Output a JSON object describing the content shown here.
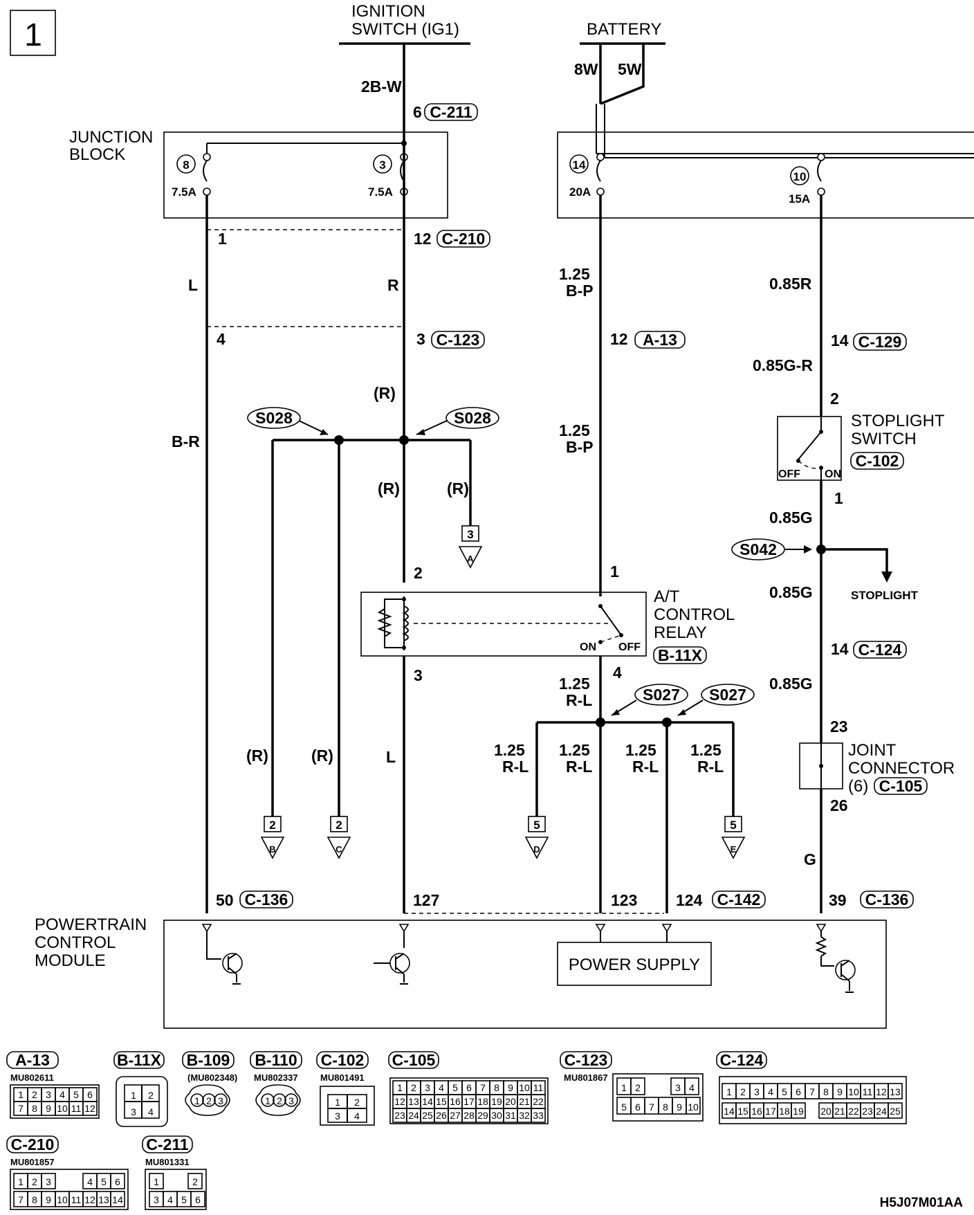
{
  "page_number": "1",
  "figure_code": "H5J07M01AA",
  "sources": {
    "ignition_line1": "IGNITION",
    "ignition_line2": "SWITCH (IG1)",
    "battery": "BATTERY",
    "battery_wire_a": "8W",
    "battery_wire_b": "5W"
  },
  "ignition_wire": "2B-W",
  "ignition_pin": "6",
  "ignition_conn": "C-211",
  "junction_block": {
    "line1": "JUNCTION",
    "line2": "BLOCK",
    "fuse_a_no": "8",
    "fuse_a_amp": "7.5A",
    "fuse_b_no": "3",
    "fuse_b_amp": "7.5A",
    "fuse_c_no": "14",
    "fuse_c_amp": "20A",
    "fuse_d_no": "10",
    "fuse_d_amp": "15A"
  },
  "col1": {
    "pin_top": "1",
    "wire1": "L",
    "pin_mid": "4",
    "wire2": "B-R",
    "pin_bottom": "50",
    "conn_bottom": "C-136"
  },
  "col2": {
    "pin_top": "12",
    "conn_top": "C-210",
    "wire1": "R",
    "pin_mid": "3",
    "conn_mid": "C-123",
    "wire_r_above": "(R)",
    "wire_r_below": "(R)",
    "pin_relay_in": "2",
    "pin_relay_out": "3",
    "wire_l": "L",
    "pin_bottom": "127"
  },
  "col3": {
    "wire1": "1.25",
    "wire1b": "B-P",
    "pin": "12",
    "conn": "A-13",
    "wire2": "1.25",
    "wire2b": "B-P",
    "pin_relay_in": "1",
    "pin_relay_out": "4",
    "wire3": "1.25",
    "wire3b": "R-L",
    "pin_bottom_a": "123",
    "pin_bottom_b": "124",
    "conn_bottom": "C-142"
  },
  "col4": {
    "wire1": "0.85R",
    "pin1": "14",
    "conn1": "C-129",
    "wire2": "0.85G-R",
    "pin_sw_in": "2",
    "pin_sw_out": "1",
    "wire3": "0.85G",
    "stoplight_label": "STOPLIGHT",
    "wire4": "0.85G",
    "pin2": "14",
    "conn2": "C-124",
    "wire5": "0.85G",
    "pin_jc_in": "23",
    "pin_jc_out": "26",
    "wire6": "G",
    "pin_bottom": "39",
    "conn_bottom": "C-136"
  },
  "splices": {
    "s028_a": "S028",
    "s028_b": "S028",
    "s027_a": "S027",
    "s027_b": "S027",
    "s042": "S042"
  },
  "s028_branches": {
    "r1": "(R)",
    "r2": "(R)",
    "r3": "(R)"
  },
  "s027_branches": {
    "w1": "1.25",
    "w1b": "R-L",
    "w2": "1.25",
    "w2b": "R-L",
    "w3": "1.25",
    "w3b": "R-L",
    "w4": "1.25",
    "w4b": "R-L"
  },
  "offpage": {
    "a_num": "3",
    "a_let": "A",
    "b_num": "2",
    "b_let": "B",
    "c_num": "2",
    "c_let": "C",
    "d_num": "5",
    "d_let": "D",
    "e_num": "5",
    "e_let": "E"
  },
  "relay": {
    "line1": "A/T",
    "line2": "CONTROL",
    "line3": "RELAY",
    "conn": "B-11X",
    "on": "ON",
    "off": "OFF"
  },
  "stoplight_switch": {
    "line1": "STOPLIGHT",
    "line2": "SWITCH",
    "conn": "C-102",
    "off": "OFF",
    "on": "ON"
  },
  "joint_connector": {
    "line1": "JOINT",
    "line2": "CONNECTOR",
    "num": "(6)",
    "conn": "C-105"
  },
  "pcm": {
    "line1": "POWERTRAIN",
    "line2": "CONTROL",
    "line3": "MODULE",
    "power_supply": "POWER SUPPLY"
  },
  "connector_legend": {
    "a13": "A-13",
    "a13_part": "MU802611",
    "b11x": "B-11X",
    "b109": "B-109",
    "b109_part": "(MU802348)",
    "b110": "B-110",
    "b110_part": "MU802337",
    "c102": "C-102",
    "c102_part": "MU801491",
    "c105": "C-105",
    "c123": "C-123",
    "c123_part": "MU801867",
    "c124": "C-124",
    "c210": "C-210",
    "c210_part": "MU801857",
    "c211": "C-211",
    "c211_part": "MU801331"
  },
  "pin_grids": {
    "a13_row1": [
      "1",
      "2",
      "3",
      "4",
      "5",
      "6"
    ],
    "a13_row2": [
      "7",
      "8",
      "9",
      "10",
      "11",
      "12"
    ],
    "b11x": [
      "1",
      "2",
      "3",
      "4"
    ],
    "b109": [
      "1",
      "2",
      "3"
    ],
    "b110": [
      "1",
      "2",
      "3"
    ],
    "c102": [
      "1",
      "2",
      "3",
      "4"
    ],
    "c105_row1": [
      "1",
      "2",
      "3",
      "4",
      "5",
      "6",
      "7",
      "8",
      "9",
      "10",
      "11"
    ],
    "c105_row2": [
      "12",
      "13",
      "14",
      "15",
      "16",
      "17",
      "18",
      "19",
      "20",
      "21",
      "22"
    ],
    "c105_row3": [
      "23",
      "24",
      "25",
      "26",
      "27",
      "28",
      "29",
      "30",
      "31",
      "32",
      "33"
    ],
    "c123_row1": [
      "1",
      "2",
      "3",
      "4"
    ],
    "c123_row2": [
      "5",
      "6",
      "7",
      "8",
      "9",
      "10"
    ],
    "c124_row1": [
      "1",
      "2",
      "3",
      "4",
      "5",
      "6",
      "7",
      "8",
      "9",
      "10",
      "11",
      "12",
      "13"
    ],
    "c124_row2": [
      "14",
      "15",
      "16",
      "17",
      "18",
      "19",
      "20",
      "21",
      "22",
      "23",
      "24",
      "25"
    ],
    "c210_row1": [
      "1",
      "2",
      "3",
      "4",
      "5",
      "6"
    ],
    "c210_row2": [
      "7",
      "8",
      "9",
      "10",
      "11",
      "12",
      "13",
      "14"
    ],
    "c211_row1": [
      "1",
      "2"
    ],
    "c211_row2": [
      "3",
      "4",
      "5",
      "6"
    ]
  }
}
